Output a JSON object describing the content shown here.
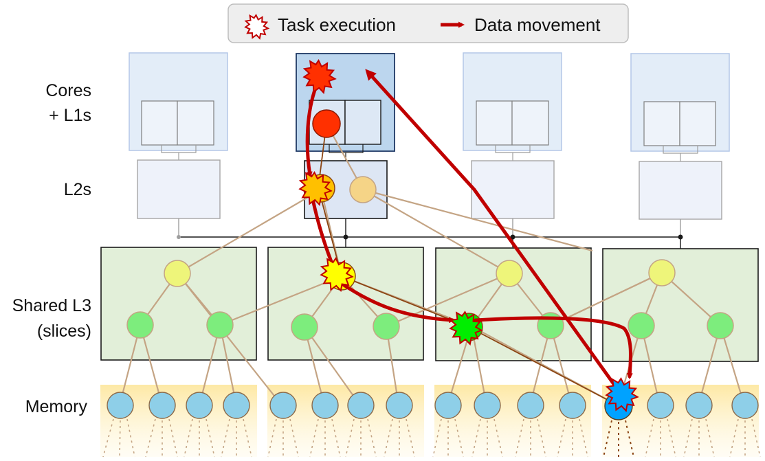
{
  "legend": {
    "task_label": "Task execution",
    "data_label": "Data movement"
  },
  "row_labels": {
    "cores_line1": "Cores",
    "cores_line2": "+ L1s",
    "l2": "L2s",
    "l3_line1": "Shared L3",
    "l3_line2": "(slices)",
    "memory": "Memory"
  },
  "colors": {
    "task_fill": "#ffffff",
    "task_stroke": "#c00000",
    "arrow": "#c00000",
    "active_core_fill": "#bcd6ee",
    "active_core_stroke": "#1f3864",
    "core_fill": "#e3edf8",
    "core_stroke": "#b4c7e7",
    "l2_fill": "#eef2fa",
    "l2_stroke": "#a6a6a6",
    "l3_fill": "#e2efd9",
    "l3_stroke": "#1a1a1a",
    "l1_node": "#ff3000",
    "l2_node": "#ffc000",
    "l2_node_idle": "#f5d487",
    "l3_root": "#ffff00",
    "l3_root_idle": "#eef57a",
    "l3_mid": "#00ee00",
    "l3_mid_idle": "#7ded7d",
    "mem_node": "#8ecfe8",
    "mem_node_active": "#00a2ff",
    "mem_band": "#fdebb0",
    "tree_edge": "#c4a484",
    "data_edge": "#8b4513"
  }
}
